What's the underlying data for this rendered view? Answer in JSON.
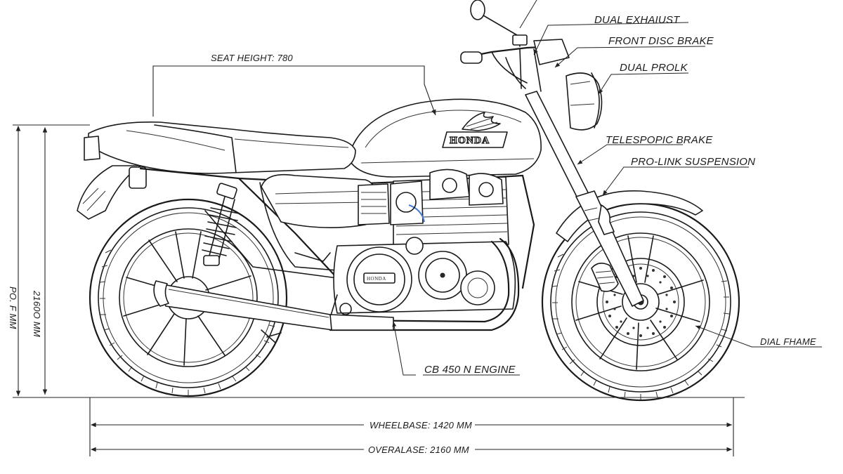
{
  "brand": {
    "tank_logo": "HONDA",
    "engine_cover_logo": "HONDA"
  },
  "callouts": {
    "seat_height": "SEAT HEIGHT: 780",
    "dual_exhaust": "DUAL EXHAIUST",
    "front_disc_brake": "FRONT DISC BRAKE",
    "dual_prolk": "DUAL PROLK",
    "telespopic_brake": "TELESPOPIC BRAKE",
    "pro_link_suspension": "PRO-LINK SUSPENSION",
    "dial_fhame": "DIAL FHAME",
    "engine": "CB 450 N ENGINE"
  },
  "dimensions": {
    "wheelbase": "WHEELBASE: 1420 MM",
    "overall": "OVERALASE: 2160 MM",
    "height_outer": "PO. F MM",
    "height_inner": "2160O MM"
  }
}
